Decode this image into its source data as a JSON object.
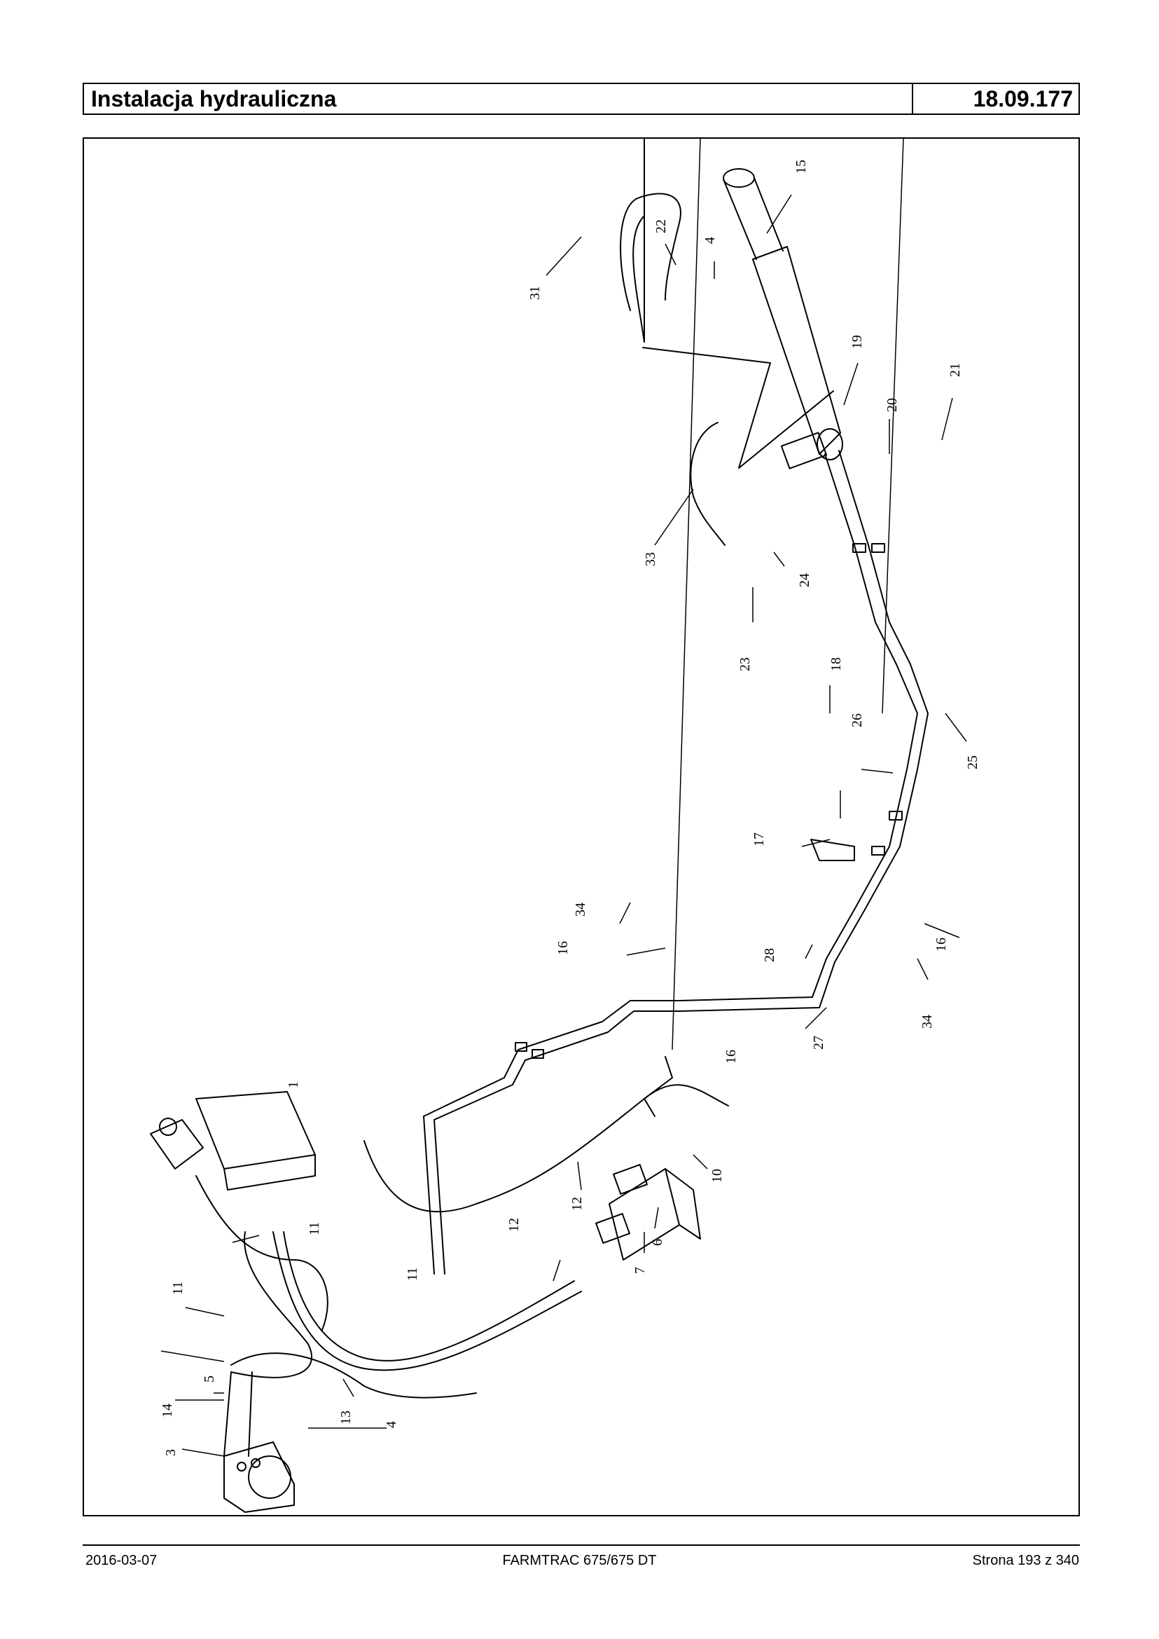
{
  "header": {
    "title": "Instalacja hydrauliczna",
    "code": "18.09.177"
  },
  "footer": {
    "date": "2016-03-07",
    "model": "FARMTRAC 675/675 DT",
    "page": "Strona 193 z 340"
  },
  "callouts": [
    "1",
    "3",
    "4",
    "4",
    "5",
    "6",
    "7",
    "10",
    "11",
    "11",
    "11",
    "12",
    "12",
    "13",
    "14",
    "15",
    "16",
    "16",
    "16",
    "17",
    "18",
    "19",
    "20",
    "21",
    "22",
    "23",
    "24",
    "25",
    "26",
    "27",
    "28",
    "31",
    "33",
    "34",
    "34"
  ]
}
